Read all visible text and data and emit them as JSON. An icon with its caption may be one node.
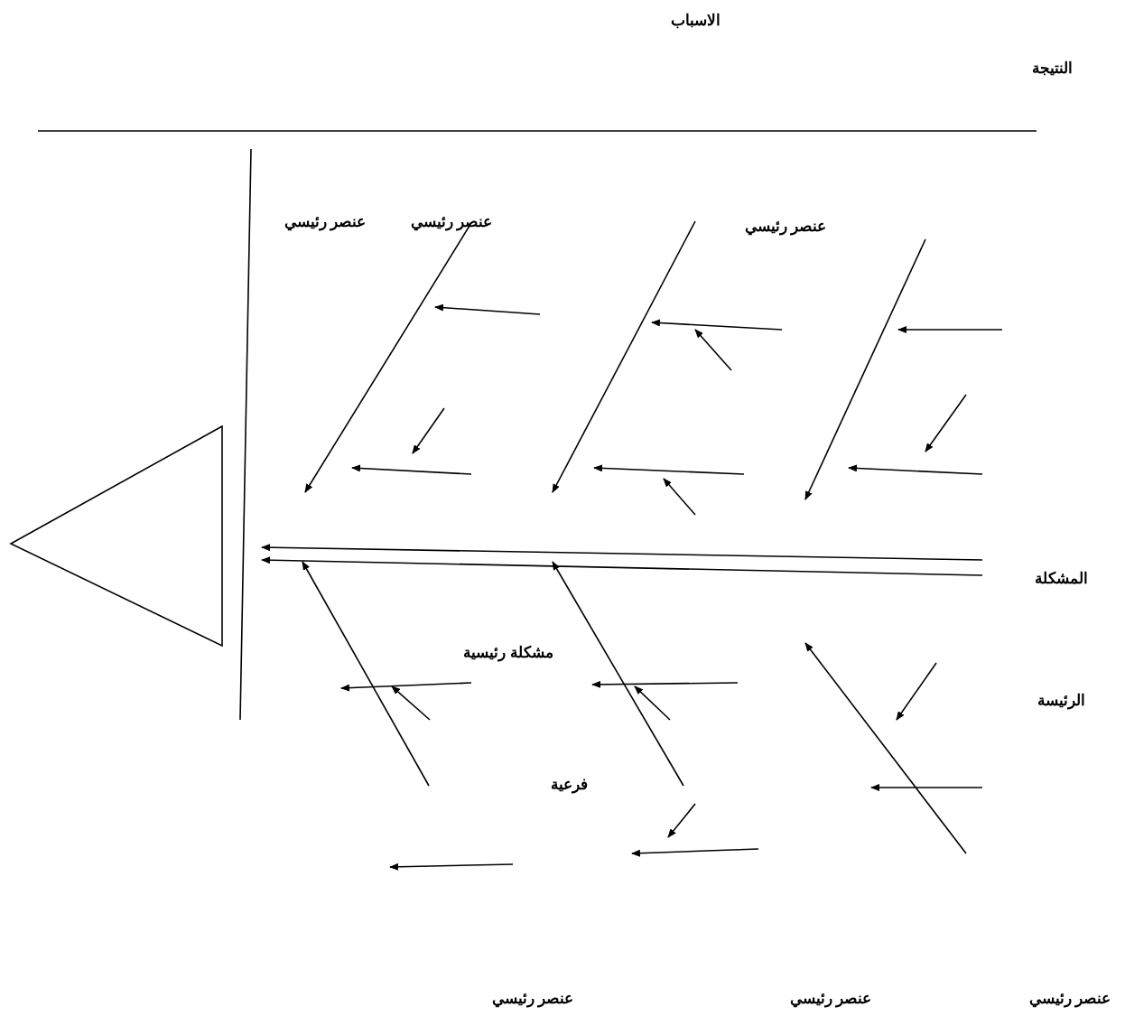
{
  "diagram": {
    "nodes": [
      {
        "text": [],
        "shape": "triangle"
      }
    ],
    "labels": [
      "الاسباب",
      "النتيجة",
      "عنصر رئيسي",
      "عنصر رئيسي",
      "عنصر رئيسي",
      "المشكلة",
      "مشكلة رئيسية",
      "الرئيسة",
      "فرعية",
      "عنصر رئيسي",
      "عنصر رئيسي",
      "عنصر رئيسي"
    ]
  }
}
